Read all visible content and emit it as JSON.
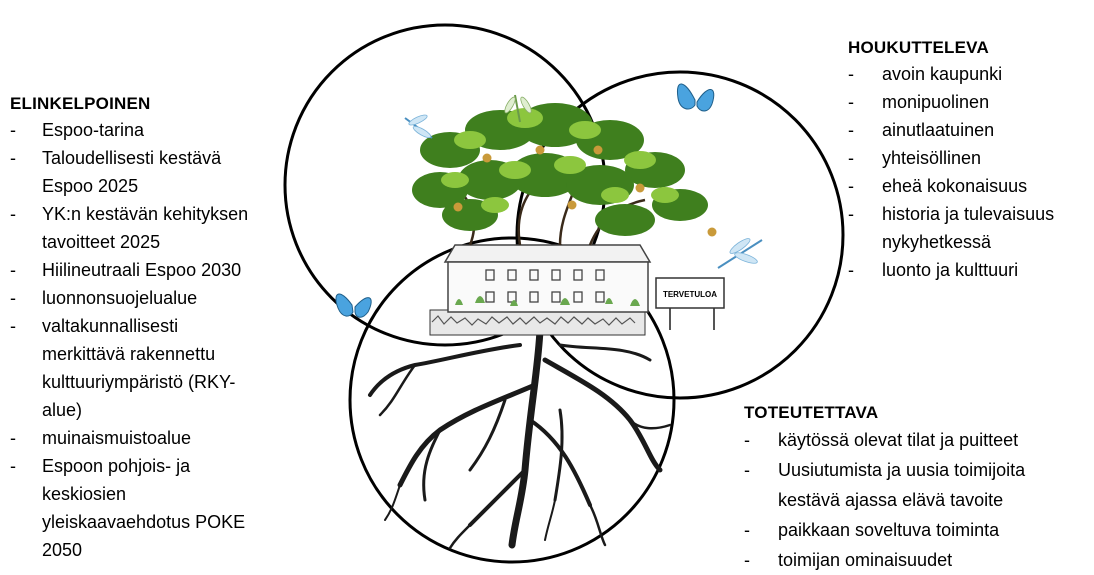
{
  "sections": {
    "left": {
      "title": "ELINKELPOINEN",
      "items": [
        "Espoo-tarina",
        "Taloudellisesti kestävä\nEspoo 2025",
        "YK:n kestävän kehityksen\ntavoitteet 2025",
        "Hiilineutraali Espoo 2030",
        "luonnonsuojelualue",
        "valtakunnallisesti\nmerkittävä rakennettu\nkulttuuriympäristö (RKY-\nalue)",
        "muinaismuistoalue",
        "Espoon pohjois- ja\nkeskiosien\nyleiskaavaehdotus POKE\n2050"
      ]
    },
    "right_top": {
      "title": "HOUKUTTELEVA",
      "items": [
        "avoin kaupunki",
        "monipuolinen",
        "ainutlaatuinen",
        "yhteisöllinen",
        "eheä kokonaisuus",
        "historia ja tulevaisuus\nnykyhetkessä",
        "luonto ja kulttuuri"
      ]
    },
    "right_bottom": {
      "title": "TOTEUTETTAVA",
      "items": [
        "käytössä olevat tilat ja puitteet",
        "Uusiutumista ja uusia toimijoita\nkestävä ajassa elävä tavoite",
        "paikkaan soveltuva toiminta",
        "toimijan ominaisuudet"
      ]
    }
  },
  "illustration": {
    "sign_text": "TERVETULOA",
    "icons": [
      "tree-crown-icon",
      "manor-house-icon",
      "roots-icon",
      "butterfly-icon",
      "dragonfly-icon",
      "welcome-sign-icon"
    ],
    "colors": {
      "leaf_dark": "#3f7f1e",
      "leaf_light": "#8cc63e",
      "acorn": "#c99a3a",
      "butterfly": "#4aa3df",
      "root": "#1a1a1a"
    }
  }
}
